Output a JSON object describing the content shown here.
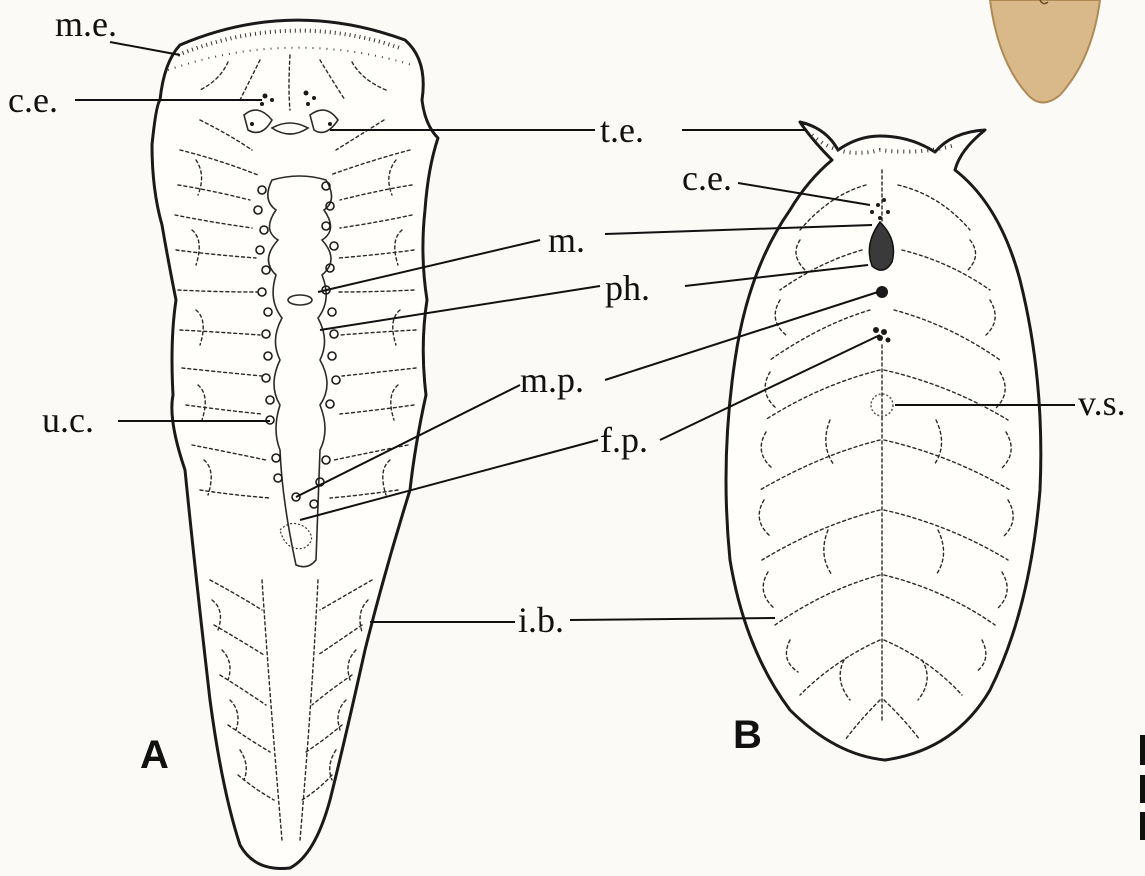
{
  "figure": {
    "labels": {
      "me": "m.e.",
      "ce_a": "c.e.",
      "te": "t.e.",
      "ce_b": "c.e.",
      "m": "m.",
      "ph": "ph.",
      "mp": "m.p.",
      "fp": "f.p.",
      "uc": "u.c.",
      "vs": "v.s.",
      "ib": "i.b."
    },
    "panels": {
      "a": "A",
      "b": "B"
    },
    "colors": {
      "ink": "#111111",
      "paper": "#fbfaf6",
      "corner_shape": "#d9b98a"
    }
  }
}
